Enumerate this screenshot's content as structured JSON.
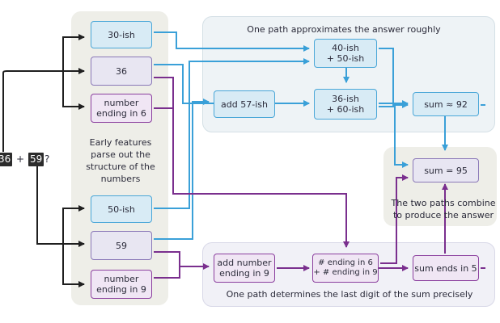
{
  "prompt": {
    "operand_a": "36",
    "plus": "+",
    "operand_b": "59",
    "question_mark": "?"
  },
  "left_group": {
    "caption": "Early features\nparse out the\nstructure of the\nnumbers",
    "nodes": {
      "a_30ish": "30-ish",
      "a_36": "36",
      "a_ending6": "number\nending in 6",
      "b_50ish": "50-ish",
      "b_59": "59",
      "b_ending9": "number\nending in 9"
    }
  },
  "approx_path": {
    "caption": "One path approximates the answer roughly",
    "nodes": {
      "add_57ish": "add 57-ish",
      "sum_40_50": "40-ish\n+ 50-ish",
      "sum_36_60": "36-ish\n+ 60-ish",
      "sum_approx_92": "sum ≈ 92"
    }
  },
  "combine": {
    "node": "sum = 95",
    "caption": "The two paths combine\nto produce the answer"
  },
  "digit_path": {
    "caption": "One path determines the last digit of the sum precisely",
    "nodes": {
      "add_ending9": "add number\nending in 9",
      "ending_sum": "# ending in 6\n+ # ending in 9",
      "sum_ends_5": "sum ends in 5"
    }
  },
  "colors": {
    "blue_path": "#3aa0d8",
    "purple_path": "#7a2f8e",
    "black_path": "#1f1f1f"
  }
}
